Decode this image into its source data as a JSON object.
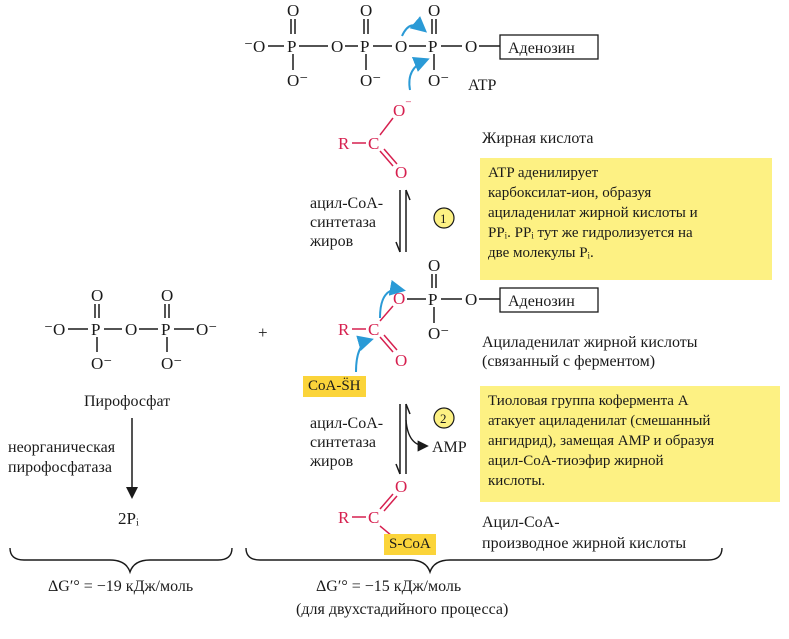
{
  "atp": {
    "adenosine": "Аденозин",
    "label": "ATP"
  },
  "fatty_acid": {
    "label": "Жирная кислота"
  },
  "enzyme": {
    "name_line1": "ацил-CoA-",
    "name_line2": "синтетаза",
    "name_line3": "жиров"
  },
  "step1": {
    "num": "1",
    "text_line1": "ATP аденилирует",
    "text_line2": "карбоксилат-ион, образуя",
    "text_line3": "ациладенилат жирной кислоты и",
    "text_line4": "PPᵢ. PPᵢ тут же гидролизуется на",
    "text_line5": "две молекулы Pᵢ."
  },
  "acyladenylate": {
    "adenosine": "Аденозин",
    "label_line1": "Ациладенилат жирной кислоты",
    "label_line2": "(связанный с ферментом)"
  },
  "coa_sh": "CoA-S̈H",
  "step2": {
    "num": "2",
    "text_line1": "Тиоловая группа кофермента A",
    "text_line2": "атакует ациладенилат (смешанный",
    "text_line3": "ангидрид), замещая AMP и образуя",
    "text_line4": "ацил-CoA-тиоэфир жирной",
    "text_line5": "кислоты."
  },
  "amp": "AMP",
  "product": {
    "s_coa": "S-CoA",
    "label_line1": "Ацил-CoA-",
    "label_line2": "производное жирной кислоты"
  },
  "pyrophosphate": {
    "label": "Пирофосфат",
    "enzyme_line1": "неорганическая",
    "enzyme_line2": "пирофосфатаза",
    "product": "2Pᵢ"
  },
  "plus": "+",
  "energy_left": "ΔG′° = −19 кДж/моль",
  "energy_right": "ΔG′° = −15 кДж/моль",
  "energy_right_note": "(для двухстадийного процесса)",
  "colors": {
    "red": "#d6204f",
    "blue": "#2a9ad6",
    "note": "#fdf183",
    "tag": "#fbd43a"
  }
}
